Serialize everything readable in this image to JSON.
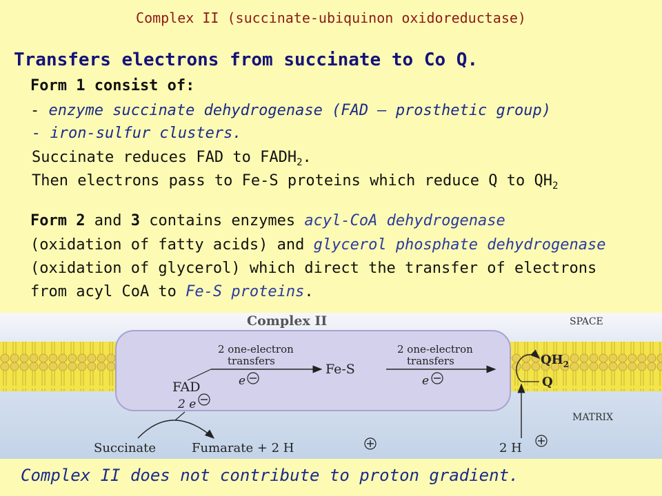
{
  "title": "Complex II (succinate-ubiquinon oxidoreductase)",
  "heading": "Transfers electrons from succinate to Co Q.",
  "form1": {
    "label": "Form 1 consist of:",
    "line1_dash": "- ",
    "line1_italic": "enzyme succinate dehydrogenase (FAD – prosthetic group)",
    "line2_italic": "- iron-sulfur clusters.",
    "line3_pre": "Succinate reduces FAD to FADH",
    "line3_sub": "2",
    "line3_post": ".",
    "line4_pre": "Then electrons pass to Fe-S proteins which reduce Q to QH",
    "line4_sub": "2"
  },
  "form2": {
    "l1_b1": "Form 2",
    "l1_t1": " and ",
    "l1_b2": "3",
    "l1_t2": " contains enzymes ",
    "l1_i": "acyl-CoA dehydrogenase",
    "l2_t": "(oxidation of fatty acids) and ",
    "l2_i": "glycerol phosphate dehydrogenase",
    "l3_t": "(oxidation of glycerol) which direct the transfer of electrons",
    "l4_t": "from acyl CoA to ",
    "l4_i": "Fe-S proteins",
    "l4_end": "."
  },
  "diagram": {
    "title": "Complex II",
    "space": "SPACE",
    "matrix": "MATRIX",
    "transfer1_a": "2 one-electron",
    "transfer1_b": "transfers",
    "transfer2_a": "2 one-electron",
    "transfer2_b": "transfers",
    "fes": "Fe-S",
    "fad": "FAD",
    "two_e": "2 e",
    "e": "e",
    "qh2": "QH",
    "qh2_sub": "2",
    "q": "Q",
    "succinate": "Succinate",
    "fumarate": "Fumarate + 2 H",
    "two_h": "2 H",
    "colors": {
      "membrane_head": "#f2e07a",
      "lipid_tail": "#f4e54a",
      "protein": "#d6d3ea",
      "background": "#c8d6e8"
    }
  },
  "footer": "Complex II does not contribute to proton gradient."
}
